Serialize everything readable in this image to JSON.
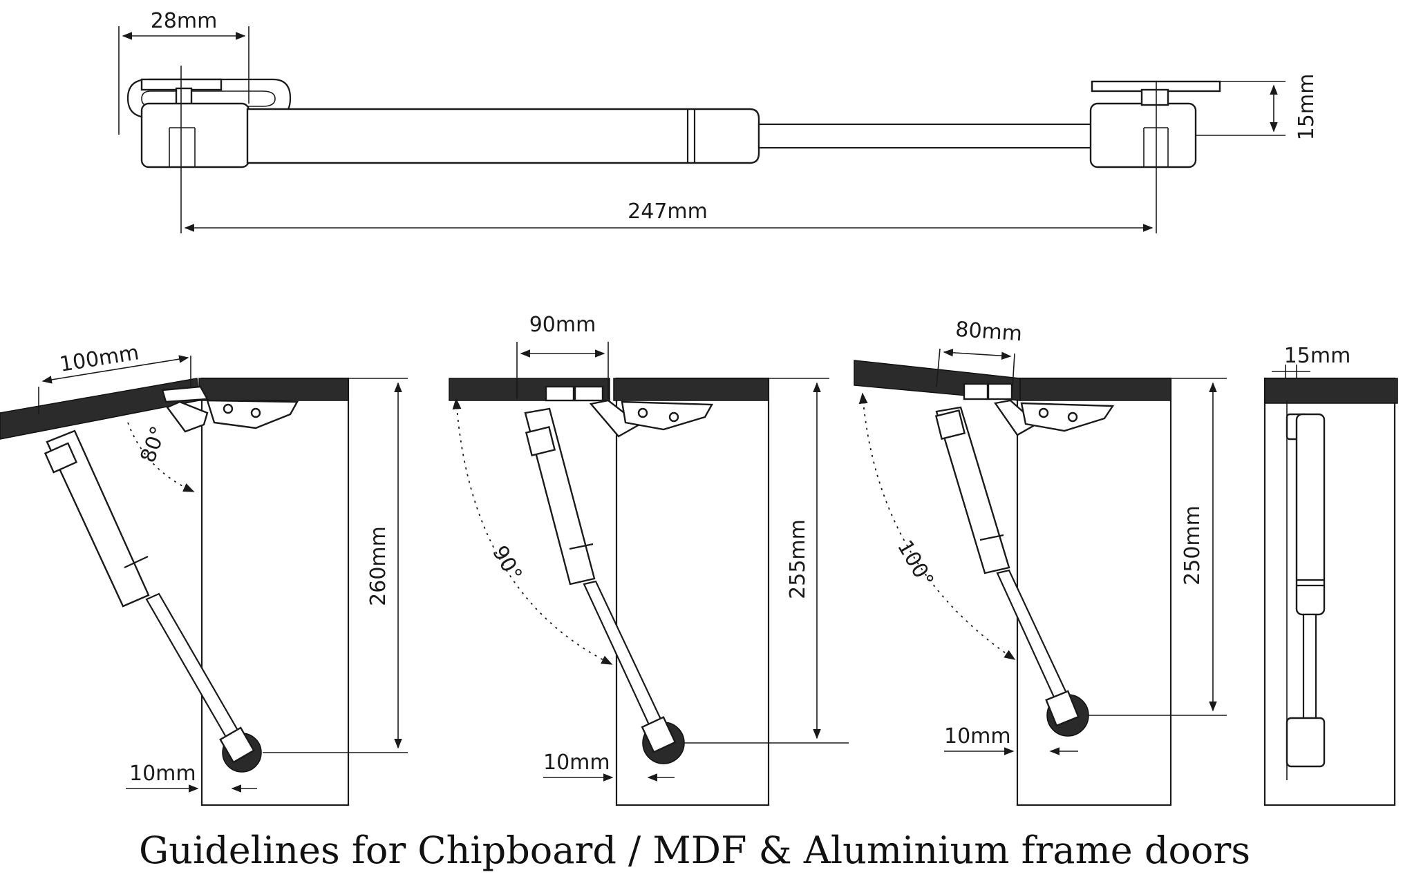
{
  "strut": {
    "bracket_width": "28mm",
    "length": "247mm",
    "bracket_height": "15mm"
  },
  "installations": [
    {
      "offset": "100mm",
      "angle": "80°",
      "height": "260mm",
      "edge": "10mm"
    },
    {
      "offset": "90mm",
      "angle": "90°",
      "height": "255mm",
      "edge": "10mm"
    },
    {
      "offset": "80mm",
      "angle": "100°",
      "height": "250mm",
      "edge": "10mm"
    }
  ],
  "closed_view": {
    "offset": "15mm"
  },
  "caption": "Guidelines for Chipboard / MDF & Aluminium frame doors"
}
